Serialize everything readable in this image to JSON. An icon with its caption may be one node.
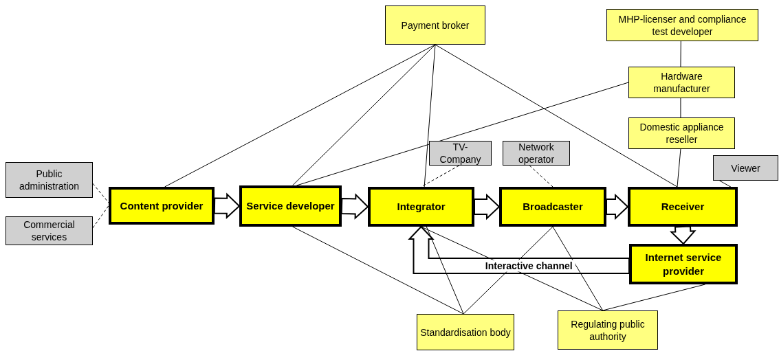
{
  "diagram": {
    "nodes": [
      {
        "text": [
          "Payment broker"
        ]
      },
      {
        "text": [
          "MHP-licenser and compliance test developer"
        ]
      },
      {
        "text": [
          "Hardware manufacturer"
        ]
      },
      {
        "text": [
          "Domestic appliance reseller"
        ]
      },
      {
        "text": [
          "TV-Company"
        ]
      },
      {
        "text": [
          "Network operator"
        ]
      },
      {
        "text": [
          "Viewer"
        ]
      },
      {
        "text": [
          "Public administration"
        ]
      },
      {
        "text": [
          "Commercial services"
        ]
      },
      {
        "text": [
          "Content provider"
        ]
      },
      {
        "text": [
          "Service developer"
        ]
      },
      {
        "text": [
          "Integrator"
        ]
      },
      {
        "text": [
          "Broadcaster"
        ]
      },
      {
        "text": [
          "Receiver"
        ]
      },
      {
        "text": [
          "Internet service provider"
        ]
      },
      {
        "text": [
          "Standardisation body"
        ]
      },
      {
        "text": [
          "Regulating public authority"
        ]
      }
    ],
    "edges": [
      {
        "from": 9,
        "to": 10,
        "arrow": "to",
        "style": "thick"
      },
      {
        "from": 10,
        "to": 11,
        "arrow": "to",
        "style": "thick"
      },
      {
        "from": 11,
        "to": 12,
        "arrow": "to",
        "style": "thick"
      },
      {
        "from": 12,
        "to": 13,
        "arrow": "to",
        "style": "thick"
      },
      {
        "from": 13,
        "to": 14,
        "arrow": "to",
        "style": "thick"
      },
      {
        "from": 14,
        "to": 11,
        "arrow": "to",
        "style": "thick",
        "label": "Interactive channel"
      },
      {
        "from": 0,
        "to": 9,
        "arrow": "none"
      },
      {
        "from": 0,
        "to": 10,
        "arrow": "none"
      },
      {
        "from": 0,
        "to": 11,
        "arrow": "none"
      },
      {
        "from": 0,
        "to": 13,
        "arrow": "none"
      },
      {
        "from": 2,
        "to": 10,
        "arrow": "none"
      },
      {
        "from": 1,
        "to": 2,
        "arrow": "none"
      },
      {
        "from": 2,
        "to": 3,
        "arrow": "none"
      },
      {
        "from": 3,
        "to": 13,
        "arrow": "none"
      },
      {
        "from": 4,
        "to": 11,
        "arrow": "none",
        "style": "dashed"
      },
      {
        "from": 5,
        "to": 12,
        "arrow": "none",
        "style": "dashed"
      },
      {
        "from": 6,
        "to": 13,
        "arrow": "none"
      },
      {
        "from": 7,
        "to": 9,
        "arrow": "none",
        "style": "dashed"
      },
      {
        "from": 8,
        "to": 9,
        "arrow": "none",
        "style": "dashed"
      },
      {
        "from": 10,
        "to": 15,
        "arrow": "none"
      },
      {
        "from": 11,
        "to": 15,
        "arrow": "none"
      },
      {
        "from": 12,
        "to": 15,
        "arrow": "none"
      },
      {
        "from": 11,
        "to": 16,
        "arrow": "none"
      },
      {
        "from": 12,
        "to": 16,
        "arrow": "none"
      },
      {
        "from": 14,
        "to": 16,
        "arrow": "none"
      }
    ]
  }
}
